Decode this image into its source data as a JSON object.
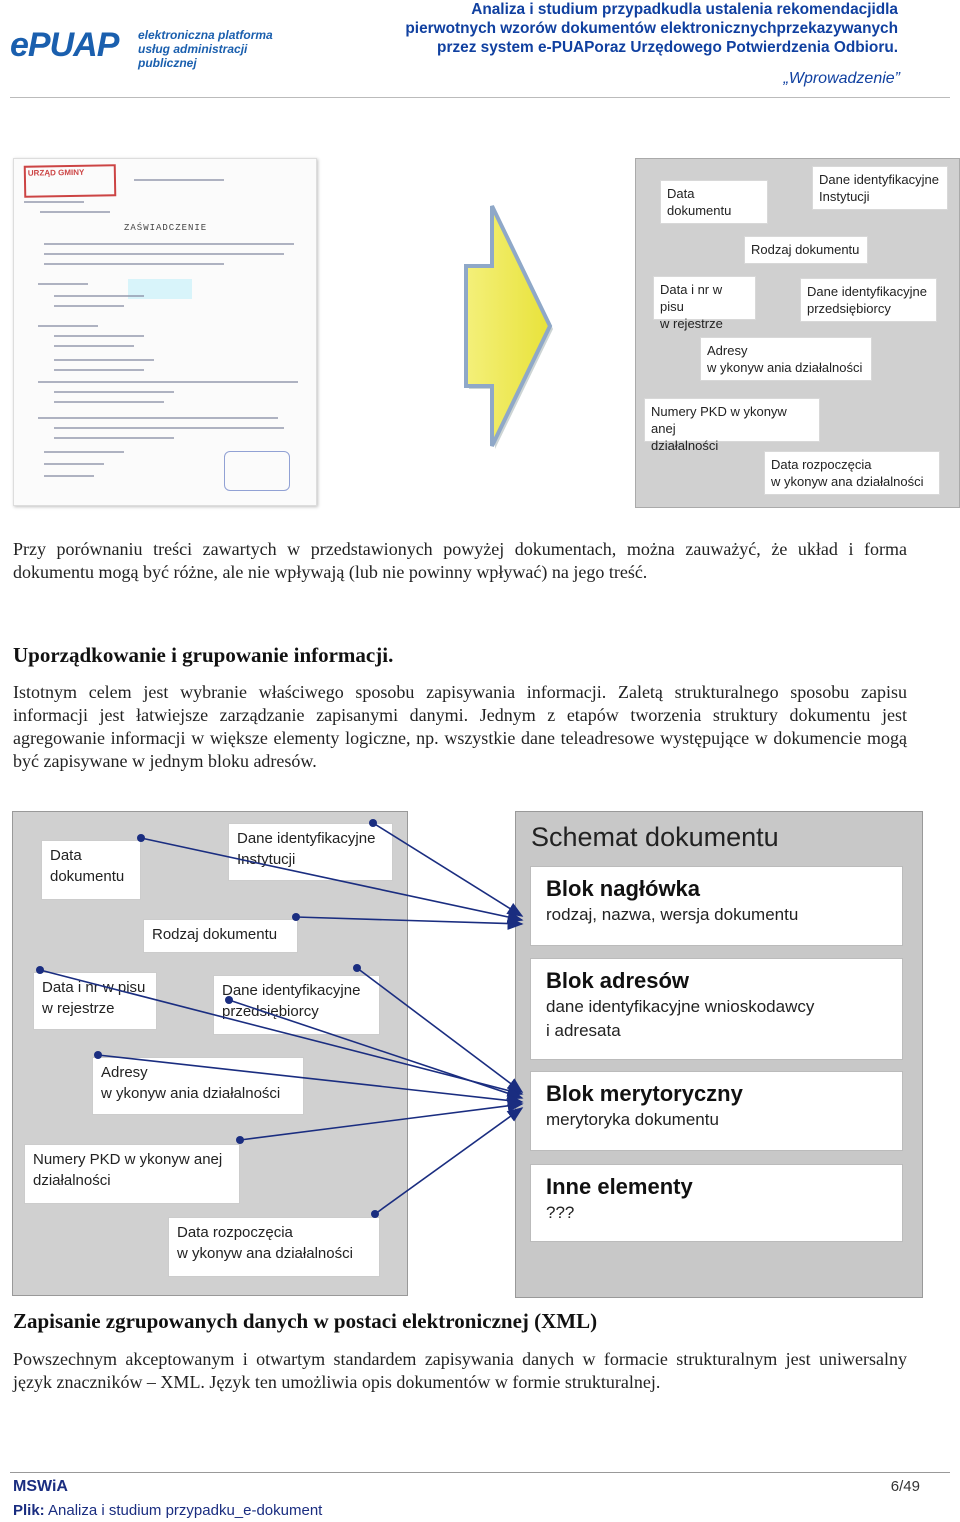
{
  "header": {
    "logo_text": "ePUAP",
    "logo_sub": "elektroniczna platforma usług administracji publicznej",
    "title_lines": [
      "Analiza i studium przypadkudla ustalenia rekomendacjidla",
      "pierwotnych wzorów dokumentów elektronicznychprzekazywanych",
      "przez system e-PUAPoraz Urzędowego Potwierdzenia Odbioru."
    ],
    "section": "„Wprowadzenie”"
  },
  "scan": {
    "stamp": "URZĄD GMINY",
    "heading": "ZAŚWIADCZENIE"
  },
  "panel_top": {
    "boxes": [
      "Data\ndokumentu",
      "Dane identyfikacyjne\nInstytucji",
      "Rodzaj dokumentu",
      "Data i nr w pisu\nw  rejestrze",
      "Dane identyfikacyjne\nprzedsiębiorcy",
      "Adresy\nw ykonyw ania działalności",
      "Numery PKD w ykonyw anej\ndziałalności",
      "Data rozpoczęcia\nw ykonyw ana działalności"
    ]
  },
  "body": {
    "p1": "Przy porównaniu treści zawartych w przedstawionych powyżej dokumentach, można zauważyć, że układ i forma dokumentu mogą być różne, ale nie wpływają (lub nie powinny wpływać) na jego treść.",
    "h_group": "Uporządkowanie i grupowanie informacji.",
    "p2": "Istotnym celem jest wybranie właściwego sposobu zapisywania informacji. Zaletą strukturalnego sposobu zapisu informacji jest łatwiejsze zarządzanie zapisanymi danymi. Jednym z etapów tworzenia struktury dokumentu jest agregowanie informacji w większe elementy logiczne, np. wszystkie dane teleadresowe występujące w dokumencie mogą być zapisywane w jednym bloku adresów.",
    "h_xml": "Zapisanie zgrupowanych danych w postaci elektronicznej (XML)",
    "p3": "Powszechnym akceptowanym i otwartym standardem zapisywania danych w formacie strukturalnym jest uniwersalny język znaczników – XML. Język ten umożliwia opis dokumentów w formie strukturalnej."
  },
  "diagram": {
    "left_boxes": [
      "Data\ndokumentu",
      "Dane identyfikacyjne\nInstytucji",
      "Rodzaj dokumentu",
      "Data i nr w pisu\nw  rejestrze",
      "Dane identyfikacyjne\nprzedsiębiorcy",
      "Adresy\nw ykonyw ania działalności",
      "Numery PKD w ykonyw anej\ndziałalności",
      "Data rozpoczęcia\nw ykonyw ana działalności"
    ],
    "schemat_title": "Schemat dokumentu",
    "blocks": [
      {
        "title": "Blok nagłówka",
        "desc": "rodzaj, nazwa, wersja dokumentu"
      },
      {
        "title": "Blok adresów",
        "desc": "dane identyfikacyjne wnioskodawcy\ni adresata"
      },
      {
        "title": "Blok merytoryczny",
        "desc": "merytoryka dokumentu"
      },
      {
        "title": "Inne elementy",
        "desc": "???"
      }
    ]
  },
  "footer": {
    "org": "MSWiA",
    "page": "6/49",
    "file_label": "Plik:",
    "file_name": " Analiza i studium przypadku_e-dokument"
  }
}
